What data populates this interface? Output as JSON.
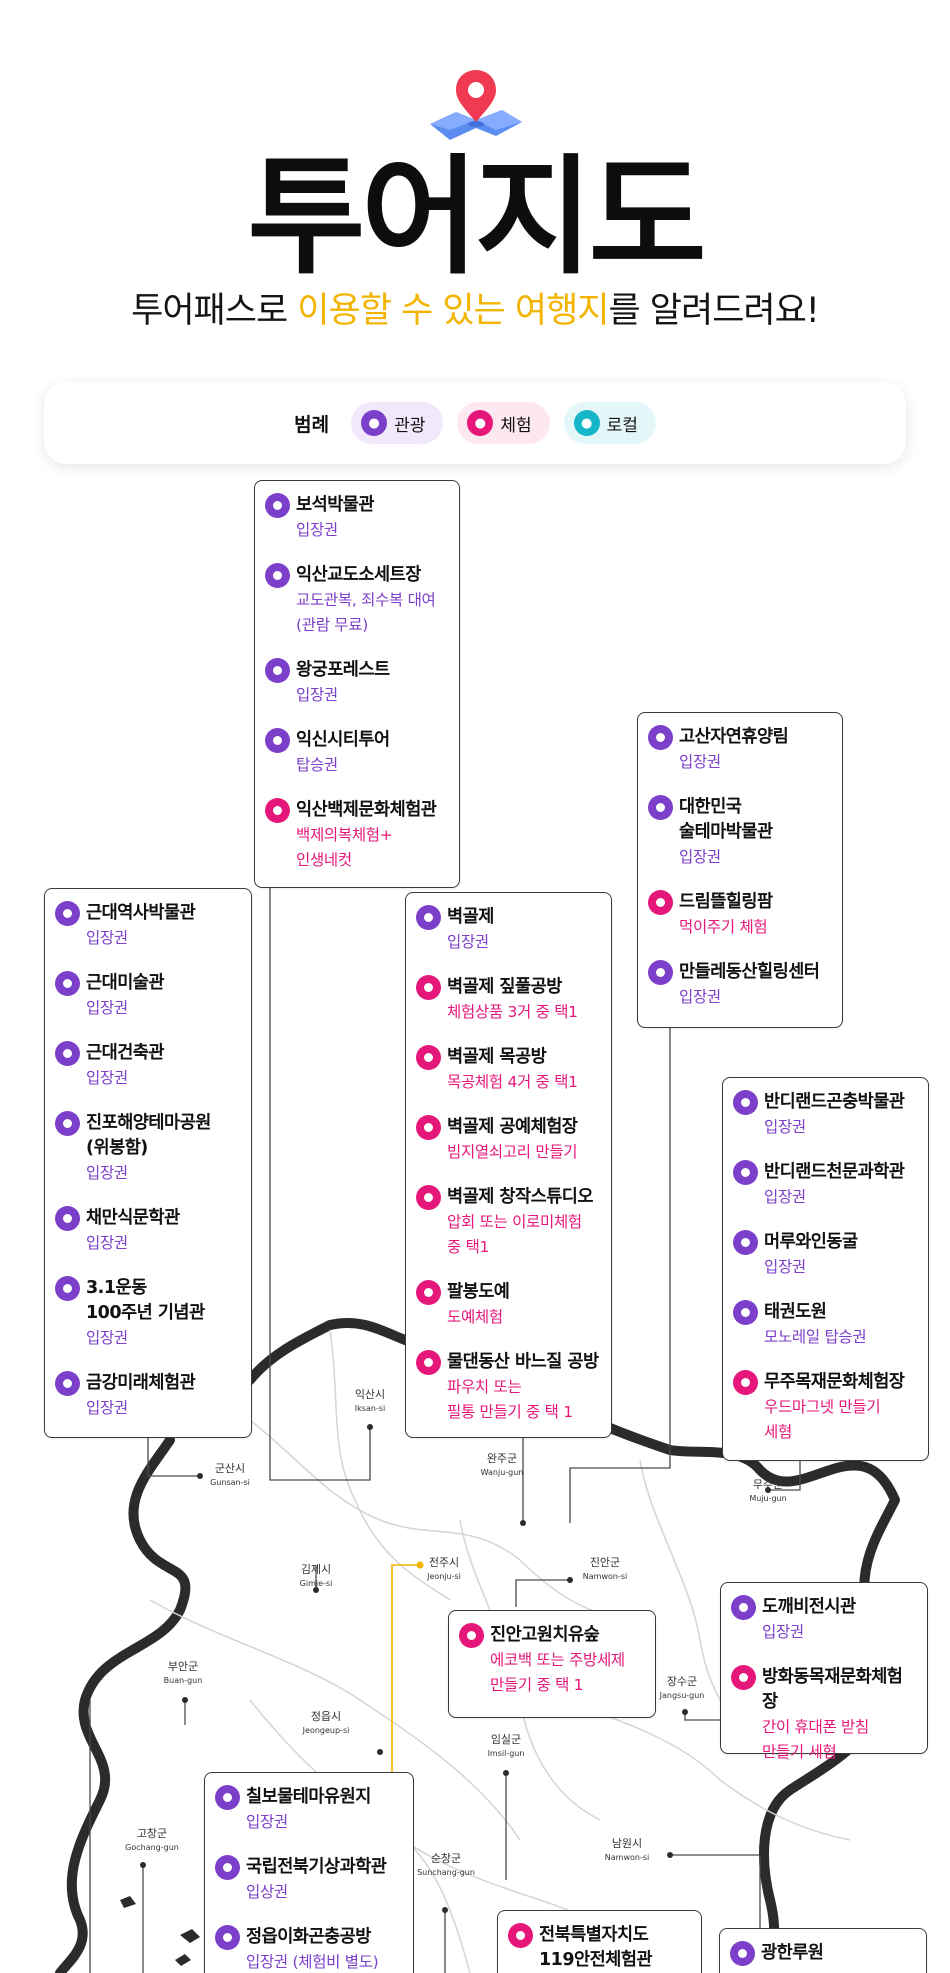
{
  "header": {
    "title": "투어지도",
    "subtitle_parts": [
      "투어패스로 ",
      "이용할 수 있는 여행지",
      "를 알려드려요!"
    ]
  },
  "legend": {
    "title": "범례",
    "items": [
      {
        "label": "관광",
        "color": "#7b3fc9",
        "bg": "#f1e9fb"
      },
      {
        "label": "체험",
        "color": "#e6177a",
        "bg": "#fde8f1"
      },
      {
        "label": "로컬",
        "color": "#16b6c9",
        "bg": "#e3f6f8"
      }
    ]
  },
  "colors": {
    "tour": "#7b3fc9",
    "experience": "#e6177a",
    "local": "#16b6c9",
    "accent": "#f2b400",
    "border": "#1a1a1a"
  },
  "regions": [
    {
      "name": "익산시",
      "roman": "Iksan-si"
    },
    {
      "name": "군산시",
      "roman": "Gunsan-si"
    },
    {
      "name": "완주군",
      "roman": "Wanju-gun"
    },
    {
      "name": "무주군",
      "roman": "Muju-gun"
    },
    {
      "name": "김제시",
      "roman": "Gimje-si"
    },
    {
      "name": "전주시",
      "roman": "Jeonju-si"
    },
    {
      "name": "진안군",
      "roman": "Namwon-si"
    },
    {
      "name": "부안군",
      "roman": "Buan-gun"
    },
    {
      "name": "장수군",
      "roman": "Jangsu-gun"
    },
    {
      "name": "정읍시",
      "roman": "Jeongeup-si"
    },
    {
      "name": "임실군",
      "roman": "Imsil-gun"
    },
    {
      "name": "고창군",
      "roman": "Gochang-gun"
    },
    {
      "name": "순창군",
      "roman": "Sunchang-gun"
    },
    {
      "name": "남원시",
      "roman": "Namwon-si"
    }
  ],
  "cards": [
    {
      "id": "iksan",
      "places": [
        {
          "name": "보석박물관",
          "desc": "입장권",
          "type": "tour"
        },
        {
          "name": "익산교도소세트장",
          "desc": "교도관복, 죄수복 대여\n(관람 무료)",
          "type": "tour"
        },
        {
          "name": "왕궁포레스트",
          "desc": "입장권",
          "type": "tour"
        },
        {
          "name": "익신시티투어",
          "desc": "탑승권",
          "type": "tour"
        },
        {
          "name": "익산백제문화체험관",
          "desc": "백제의복체험+\n인생네컷",
          "type": "experience"
        }
      ]
    },
    {
      "id": "gunsan",
      "places": [
        {
          "name": "근대역사박물관",
          "desc": "입장권",
          "type": "tour"
        },
        {
          "name": "근대미술관",
          "desc": "입장권",
          "type": "tour"
        },
        {
          "name": "근대건축관",
          "desc": "입장권",
          "type": "tour"
        },
        {
          "name": "진포해양테마공원\n(위봉함)",
          "desc": "입장권",
          "type": "tour"
        },
        {
          "name": "채만식문학관",
          "desc": "입장권",
          "type": "tour"
        },
        {
          "name": "3.1운동\n100주년 기념관",
          "desc": "입장권",
          "type": "tour"
        },
        {
          "name": "금강미래체험관",
          "desc": "입장권",
          "type": "tour"
        }
      ]
    },
    {
      "id": "gimje",
      "places": [
        {
          "name": "벽골제",
          "desc": "입장권",
          "type": "tour"
        },
        {
          "name": "벽골제 짚풀공방",
          "desc": "체험상품 3거 중 택1",
          "type": "experience"
        },
        {
          "name": "벽골제 목공방",
          "desc": "목공체험 4거 중 택1",
          "type": "experience"
        },
        {
          "name": "벽골제 공예체험장",
          "desc": "빔지열쇠고리 만들기",
          "type": "experience"
        },
        {
          "name": "벽골제 창작스튜디오",
          "desc": "압회 또는 이로미체험\n중 택1",
          "type": "experience"
        },
        {
          "name": "팔봉도예",
          "desc": "도예체험",
          "type": "experience"
        },
        {
          "name": "물댄동산 바느질 공방",
          "desc": "파우치 또는\n필통 만들기 중 택 1",
          "type": "experience"
        }
      ]
    },
    {
      "id": "wanju",
      "places": [
        {
          "name": "고산자연휴양림",
          "desc": "입장권",
          "type": "tour"
        },
        {
          "name": "대한민국\n술테마박물관",
          "desc": "입장권",
          "type": "tour"
        },
        {
          "name": "드림뜰힐링팜",
          "desc": "먹이주기 체험",
          "type": "experience"
        },
        {
          "name": "만들레동산힐링센터",
          "desc": "입장권",
          "type": "tour"
        }
      ]
    },
    {
      "id": "muju",
      "places": [
        {
          "name": "반디랜드곤충박물관",
          "desc": "입장권",
          "type": "tour"
        },
        {
          "name": "반디랜드천문과학관",
          "desc": "입장권",
          "type": "tour"
        },
        {
          "name": "머루와인동굴",
          "desc": "입장권",
          "type": "tour"
        },
        {
          "name": "태권도원",
          "desc": "모노레일 탑승권",
          "type": "tour"
        },
        {
          "name": "무주목재문화체험장",
          "desc": "우드마그넷 만들기\n세혐",
          "type": "experience"
        }
      ]
    },
    {
      "id": "jinan",
      "places": [
        {
          "name": "진안고원치유숲",
          "desc": "에코백 또는 주방세제\n만들기 중 택 1",
          "type": "experience"
        }
      ]
    },
    {
      "id": "jangsu",
      "places": [
        {
          "name": "도깨비전시관",
          "desc": "입장권",
          "type": "tour"
        },
        {
          "name": "방화동목재문화체험장",
          "desc": "간이 휴대폰 받침\n만들기 세혐",
          "type": "experience"
        }
      ]
    },
    {
      "id": "jeongeup",
      "places": [
        {
          "name": "칠보물테마유원지",
          "desc": "입장권",
          "type": "tour"
        },
        {
          "name": "국립전북기상과학관",
          "desc": "입상권",
          "type": "tour"
        },
        {
          "name": "정읍이화곤충공방",
          "desc": "입장권 (체험비 별도)",
          "type": "tour"
        }
      ]
    },
    {
      "id": "imsil",
      "places": [
        {
          "name": "전북특별자치도\n119안전체험관",
          "desc": "",
          "type": "experience"
        }
      ]
    },
    {
      "id": "namwon",
      "places": [
        {
          "name": "광한루원",
          "desc": "",
          "type": "tour"
        }
      ]
    }
  ]
}
